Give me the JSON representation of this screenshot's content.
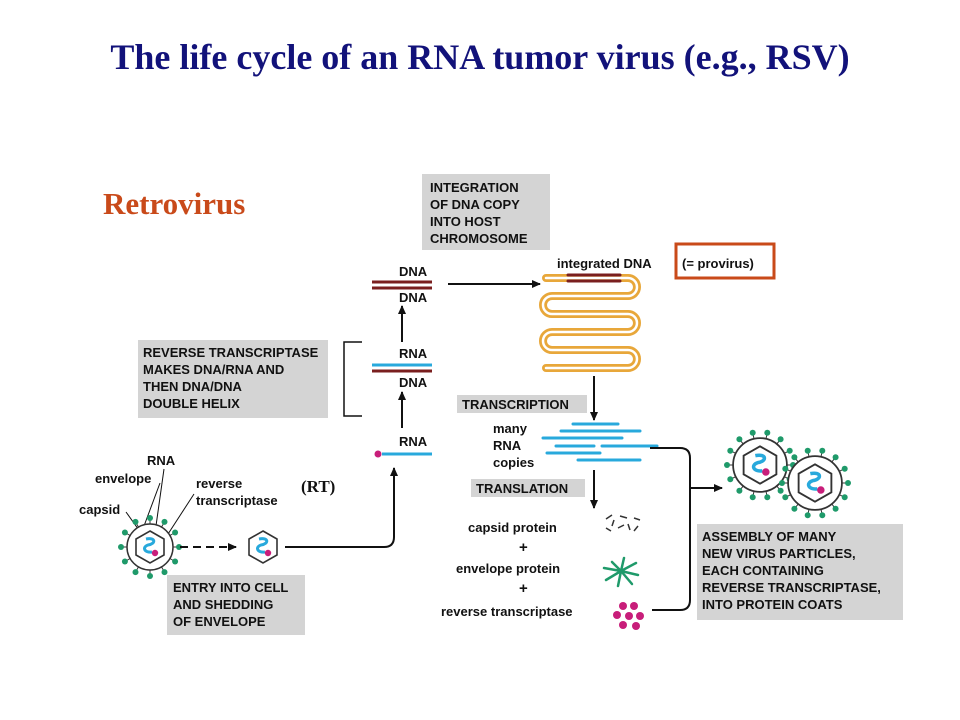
{
  "title": "The life cycle of an RNA tumor virus (e.g., RSV)",
  "subtitle": "Retrovirus",
  "rt_label": "(RT)",
  "boxes": {
    "integration": [
      "INTEGRATION",
      "OF DNA COPY",
      "INTO HOST",
      "CHROMOSOME"
    ],
    "reverse_transcriptase": [
      "REVERSE TRANSCRIPTASE",
      "MAKES DNA/RNA AND",
      "THEN DNA/DNA",
      "DOUBLE HELIX"
    ],
    "entry": [
      "ENTRY INTO CELL",
      "AND SHEDDING",
      "OF ENVELOPE"
    ],
    "transcription": "TRANSCRIPTION",
    "translation": "TRANSLATION",
    "assembly": [
      "ASSEMBLY OF MANY",
      "NEW VIRUS PARTICLES,",
      "EACH CONTAINING",
      "REVERSE TRANSCRIPTASE,",
      "INTO PROTEIN COATS"
    ]
  },
  "strand_labels": {
    "dna_top_1": "DNA",
    "dna_top_2": "DNA",
    "rna_mid": "RNA",
    "dna_mid": "DNA",
    "rna_low": "RNA"
  },
  "integrated_dna": "integrated DNA",
  "provirus": "(= provirus)",
  "rna_copies": [
    "many",
    "RNA",
    "copies"
  ],
  "virion_labels": {
    "rna": "RNA",
    "envelope": "envelope",
    "reverse_transcriptase": [
      "reverse",
      "transcriptase"
    ],
    "capsid": "capsid"
  },
  "proteins": {
    "capsid": "capsid protein",
    "plus1": "+",
    "envelope": "envelope protein",
    "plus2": "+",
    "rt": "reverse transcriptase"
  },
  "colors": {
    "title": "#12127a",
    "subtitle": "#c94a1a",
    "box": "#d4d4d4",
    "dna": "#7a1f1f",
    "rna": "#28a9dc",
    "chromosome": "#e8a73a",
    "envelope_protein": "#1f9a6a",
    "rt_dot": "#c81e7a",
    "highlight_box": "#c94a1a"
  }
}
